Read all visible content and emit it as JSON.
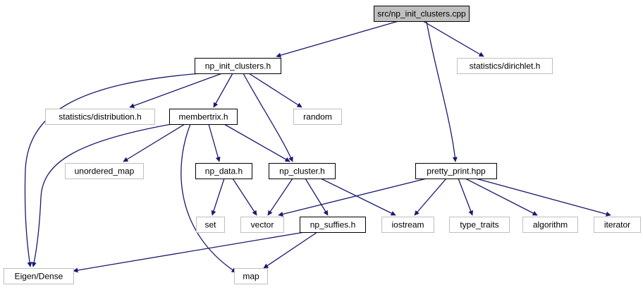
{
  "diagram": {
    "nodes": [
      {
        "id": "root",
        "label": "src/np_init_clusters.cpp",
        "style": "root"
      },
      {
        "id": "npic",
        "label": "np_init_clusters.h",
        "style": "internal"
      },
      {
        "id": "dirichlet",
        "label": "statistics/dirichlet.h",
        "style": "external"
      },
      {
        "id": "distribution",
        "label": "statistics/distribution.h",
        "style": "external"
      },
      {
        "id": "membertrix",
        "label": "membertrix.h",
        "style": "internal"
      },
      {
        "id": "random",
        "label": "random",
        "style": "external"
      },
      {
        "id": "pretty",
        "label": "pretty_print.hpp",
        "style": "internal"
      },
      {
        "id": "unordered",
        "label": "unordered_map",
        "style": "external"
      },
      {
        "id": "npdata",
        "label": "np_data.h",
        "style": "internal"
      },
      {
        "id": "npcluster",
        "label": "np_cluster.h",
        "style": "internal"
      },
      {
        "id": "set",
        "label": "set",
        "style": "external"
      },
      {
        "id": "vector",
        "label": "vector",
        "style": "external"
      },
      {
        "id": "npsuffies",
        "label": "np_suffies.h",
        "style": "internal"
      },
      {
        "id": "iostream",
        "label": "iostream",
        "style": "external"
      },
      {
        "id": "typetraits",
        "label": "type_traits",
        "style": "external"
      },
      {
        "id": "algorithm",
        "label": "algorithm",
        "style": "external"
      },
      {
        "id": "iterator",
        "label": "iterator",
        "style": "external"
      },
      {
        "id": "eigen",
        "label": "Eigen/Dense",
        "style": "external"
      },
      {
        "id": "map",
        "label": "map",
        "style": "external"
      }
    ],
    "edges": [
      {
        "from": "root",
        "to": "npic"
      },
      {
        "from": "root",
        "to": "dirichlet"
      },
      {
        "from": "root",
        "to": "pretty"
      },
      {
        "from": "npic",
        "to": "eigen"
      },
      {
        "from": "npic",
        "to": "distribution"
      },
      {
        "from": "npic",
        "to": "membertrix"
      },
      {
        "from": "npic",
        "to": "npcluster"
      },
      {
        "from": "npic",
        "to": "random"
      },
      {
        "from": "membertrix",
        "to": "unordered"
      },
      {
        "from": "membertrix",
        "to": "npdata"
      },
      {
        "from": "membertrix",
        "to": "npcluster"
      },
      {
        "from": "membertrix",
        "to": "eigen"
      },
      {
        "from": "membertrix",
        "to": "map"
      },
      {
        "from": "npdata",
        "to": "set"
      },
      {
        "from": "npdata",
        "to": "vector"
      },
      {
        "from": "npcluster",
        "to": "vector"
      },
      {
        "from": "npcluster",
        "to": "npsuffies"
      },
      {
        "from": "npcluster",
        "to": "iostream"
      },
      {
        "from": "npsuffies",
        "to": "eigen"
      },
      {
        "from": "npsuffies",
        "to": "map"
      },
      {
        "from": "pretty",
        "to": "vector"
      },
      {
        "from": "pretty",
        "to": "iostream"
      },
      {
        "from": "pretty",
        "to": "typetraits"
      },
      {
        "from": "pretty",
        "to": "algorithm"
      },
      {
        "from": "pretty",
        "to": "iterator"
      }
    ],
    "colors": {
      "root_fill": "#bfbfbf",
      "internal_border": "#000000",
      "external_border": "#bfbfbf",
      "edge": "#191970"
    }
  }
}
